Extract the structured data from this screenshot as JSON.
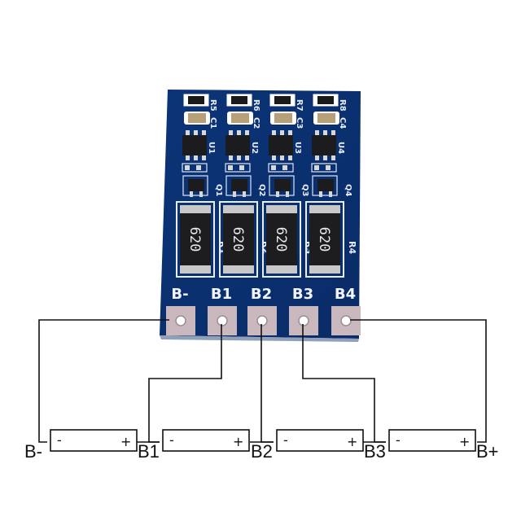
{
  "board": {
    "pad_labels": [
      "B-",
      "B1",
      "B2",
      "B3",
      "B4"
    ],
    "resistor_labels": [
      "R1",
      "R2",
      "R3",
      "R4"
    ],
    "resistor_code": "620",
    "mosfet_labels": [
      "Q1",
      "Q2",
      "Q3",
      "Q4"
    ],
    "ic_labels": [
      "U1",
      "U2",
      "U3",
      "U4"
    ],
    "cap_labels": [
      "C1",
      "C2",
      "C3",
      "C4"
    ],
    "small_res_labels": [
      "R5",
      "R6",
      "R7",
      "R8"
    ]
  },
  "wiring": {
    "terminal_labels": [
      "B-",
      "B1",
      "B2",
      "B3",
      "B+"
    ],
    "cells": [
      {
        "neg": "-",
        "pos": "+"
      },
      {
        "neg": "-",
        "pos": "+"
      },
      {
        "neg": "-",
        "pos": "+"
      },
      {
        "neg": "-",
        "pos": "+"
      }
    ]
  },
  "colors": {
    "pcb": "#0d3b82",
    "pad": "#c9b9be",
    "background": "#ffffff"
  }
}
